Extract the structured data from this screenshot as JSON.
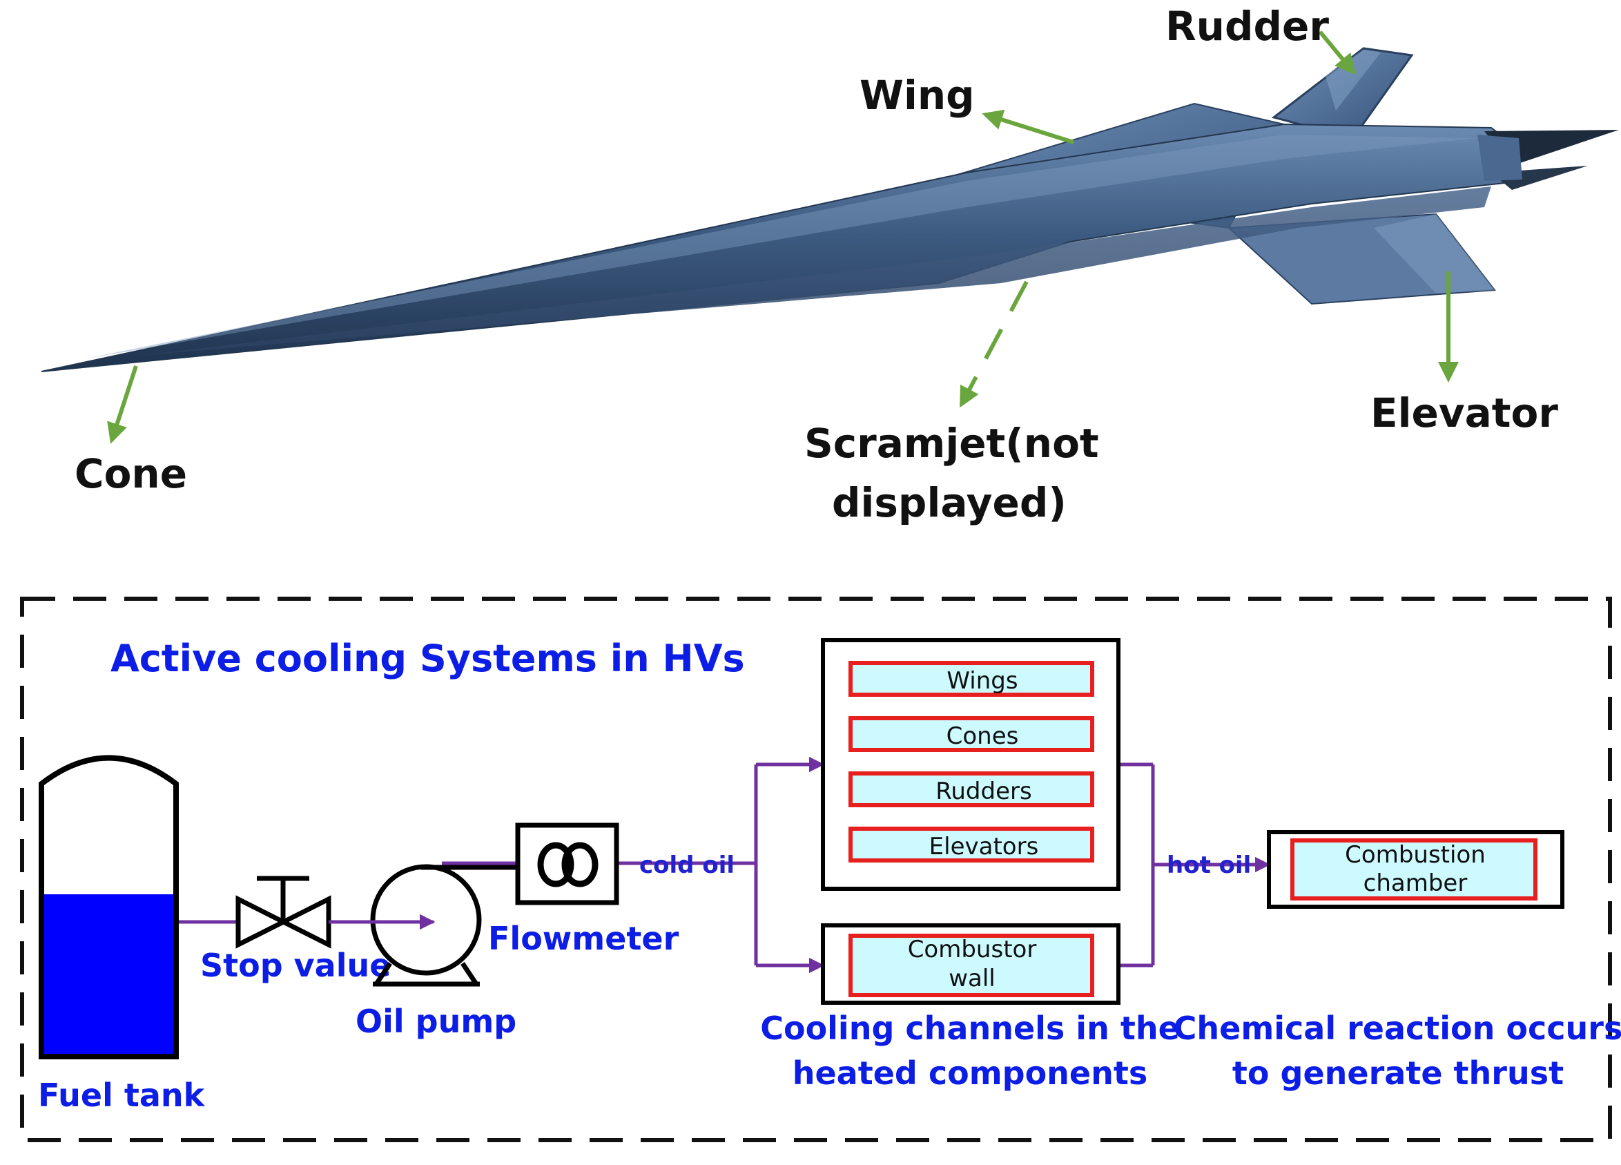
{
  "aircraft_labels": {
    "rudder": "Rudder",
    "wing": "Wing",
    "cone": "Cone",
    "scramjet_line1": "Scramjet(not",
    "scramjet_line2": "displayed)",
    "elevator": "Elevator"
  },
  "system": {
    "title": "Active cooling Systems in HVs",
    "fuel_tank": "Fuel tank",
    "stop_valve": "Stop value",
    "oil_pump": "Oil pump",
    "flowmeter": "Flowmeter",
    "cold_oil": "cold oil",
    "hot_oil": "hot oil",
    "components": [
      "Wings",
      "Cones",
      "Rudders",
      "Elevators"
    ],
    "combustor_wall_line1": "Combustor",
    "combustor_wall_line2": "wall",
    "combustion_line1": "Combustion",
    "combustion_line2": "chamber",
    "cooling_caption_line1": "Cooling channels in the",
    "cooling_caption_line2": "heated components",
    "chemical_caption_line1": "Chemical reaction occurs",
    "chemical_caption_line2": "to generate thrust"
  },
  "colors": {
    "aircraft": "#3f5b7e",
    "arrow": "#6aa53d",
    "pipe": "#7030a0",
    "label_blue": "#0c1de6",
    "tank_fuel": "#0000ff",
    "box_fill": "#ccfaff",
    "box_border": "#e81f1f"
  }
}
